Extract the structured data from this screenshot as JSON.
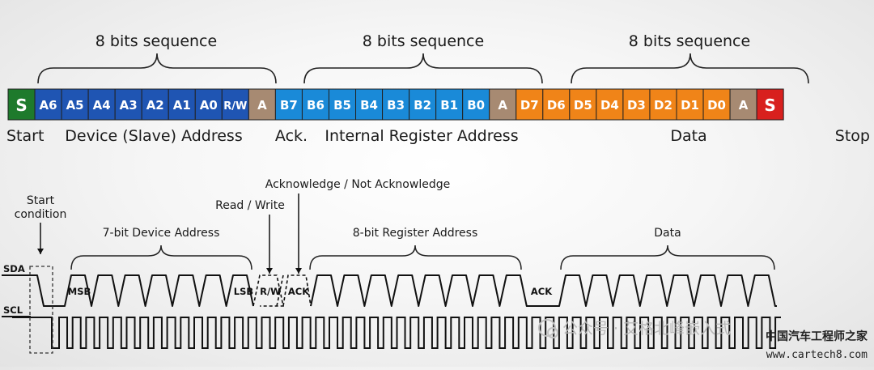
{
  "frame": {
    "cells": [
      {
        "label": "S",
        "color": "#1e7a2c"
      },
      {
        "label": "A6",
        "color": "#1f55b3"
      },
      {
        "label": "A5",
        "color": "#1f55b3"
      },
      {
        "label": "A4",
        "color": "#1f55b3"
      },
      {
        "label": "A3",
        "color": "#1f55b3"
      },
      {
        "label": "A2",
        "color": "#1f55b3"
      },
      {
        "label": "A1",
        "color": "#1f55b3"
      },
      {
        "label": "A0",
        "color": "#1f55b3"
      },
      {
        "label": "R/W",
        "color": "#1f55b3"
      },
      {
        "label": "A",
        "color": "#a78a72"
      },
      {
        "label": "B7",
        "color": "#1a8ad8"
      },
      {
        "label": "B6",
        "color": "#1a8ad8"
      },
      {
        "label": "B5",
        "color": "#1a8ad8"
      },
      {
        "label": "B4",
        "color": "#1a8ad8"
      },
      {
        "label": "B3",
        "color": "#1a8ad8"
      },
      {
        "label": "B2",
        "color": "#1a8ad8"
      },
      {
        "label": "B1",
        "color": "#1a8ad8"
      },
      {
        "label": "B0",
        "color": "#1a8ad8"
      },
      {
        "label": "A",
        "color": "#a78a72"
      },
      {
        "label": "D7",
        "color": "#f08418"
      },
      {
        "label": "D6",
        "color": "#f08418"
      },
      {
        "label": "D5",
        "color": "#f08418"
      },
      {
        "label": "D4",
        "color": "#f08418"
      },
      {
        "label": "D3",
        "color": "#f08418"
      },
      {
        "label": "D2",
        "color": "#f08418"
      },
      {
        "label": "D1",
        "color": "#f08418"
      },
      {
        "label": "D0",
        "color": "#f08418"
      },
      {
        "label": "A",
        "color": "#a78a72"
      },
      {
        "label": "S",
        "color": "#d8201e"
      }
    ],
    "sequence_labels": [
      "8 bits sequence",
      "8 bits sequence",
      "8 bits sequence"
    ],
    "start_label": "Start",
    "device_address_label": "Device (Slave) Address",
    "ack_label": "Ack.",
    "register_address_label": "Internal Register Address",
    "data_label": "Data",
    "stop_label": "Stop"
  },
  "timing": {
    "sda_label": "SDA",
    "scl_label": "SCL",
    "start_condition_line1": "Start",
    "start_condition_line2": "condition",
    "read_write_label": "Read / Write",
    "ack_nack_label": "Acknowledge / Not Acknowledge",
    "device_address_label": "7-bit Device Address",
    "register_address_label": "8-bit Register Address",
    "data_label": "Data",
    "msb_label": "MSB",
    "lsb_label": "LSB",
    "rw_label": "R/W",
    "ack_label_1": "ACK",
    "ack_label_2": "ACK"
  },
  "watermark": {
    "text": "公众号 · 艾格北峰嵌入式",
    "site_name": "中国汽车工程师之家",
    "url": "www.cartech8.com"
  }
}
